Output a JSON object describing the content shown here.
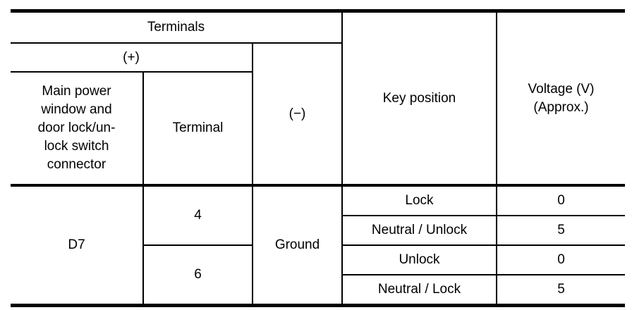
{
  "table": {
    "headers": {
      "terminals": "Terminals",
      "plus": "(+)",
      "minus": "(−)",
      "connector": "Main power\nwindow and\ndoor lock/un-\nlock switch\nconnector",
      "terminal": "Terminal",
      "key_position": "Key position",
      "voltage": "Voltage (V)\n(Approx.)"
    },
    "rows": [
      {
        "connector": "D7",
        "terminal": "4",
        "minus": "Ground",
        "key": "Lock",
        "voltage": "0"
      },
      {
        "key": "Neutral / Unlock",
        "voltage": "5"
      },
      {
        "terminal": "6",
        "key": "Unlock",
        "voltage": "0"
      },
      {
        "key": "Neutral / Lock",
        "voltage": "5"
      }
    ],
    "border_color": "#000000",
    "background_color": "#ffffff"
  },
  "chart_data": {
    "type": "table",
    "title": "Terminals / Key position voltage table",
    "columns": [
      "Main power window and door lock/un-lock switch connector (+)",
      "Terminal (+)",
      "(−)",
      "Key position",
      "Voltage (V) (Approx.)"
    ],
    "rows": [
      [
        "D7",
        "4",
        "Ground",
        "Lock",
        0
      ],
      [
        "D7",
        "4",
        "Ground",
        "Neutral / Unlock",
        5
      ],
      [
        "D7",
        "6",
        "Ground",
        "Unlock",
        0
      ],
      [
        "D7",
        "6",
        "Ground",
        "Neutral / Lock",
        5
      ]
    ]
  }
}
